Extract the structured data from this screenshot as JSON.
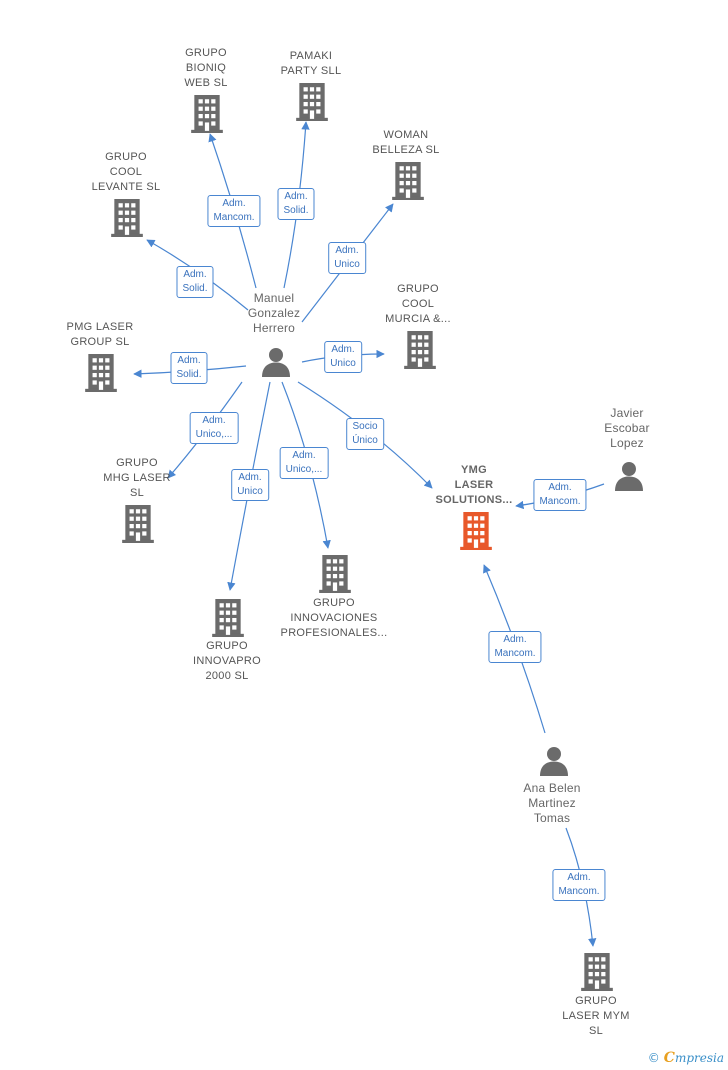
{
  "colors": {
    "edge": "#4a86d1",
    "company_icon": "#6b6b6b",
    "focus_icon": "#e8582a",
    "person_icon": "#6b6b6b"
  },
  "nodes": {
    "manuel": {
      "lines": [
        "Manuel",
        "Gonzalez",
        "Herrero"
      ],
      "kind": "person",
      "icon": "person-icon"
    },
    "javier": {
      "lines": [
        "Javier",
        "Escobar",
        "Lopez"
      ],
      "kind": "person",
      "icon": "person-icon"
    },
    "ana": {
      "lines": [
        "Ana Belen",
        "Martinez",
        "Tomas"
      ],
      "kind": "person",
      "icon": "person-icon"
    },
    "ymg": {
      "lines": [
        "YMG",
        "LASER",
        "SOLUTIONS..."
      ],
      "kind": "focus",
      "icon": "building-icon"
    },
    "bioniq": {
      "lines": [
        "GRUPO",
        "BIONIQ",
        "WEB  SL"
      ],
      "kind": "company",
      "icon": "building-icon"
    },
    "pamaki": {
      "lines": [
        "PAMAKI",
        "PARTY SLL"
      ],
      "kind": "company",
      "icon": "building-icon"
    },
    "woman": {
      "lines": [
        "WOMAN",
        "BELLEZA SL"
      ],
      "kind": "company",
      "icon": "building-icon"
    },
    "cool_levante": {
      "lines": [
        "GRUPO",
        "COOL",
        "LEVANTE SL"
      ],
      "kind": "company",
      "icon": "building-icon"
    },
    "cool_murcia": {
      "lines": [
        "GRUPO",
        "COOL",
        "MURCIA &..."
      ],
      "kind": "company",
      "icon": "building-icon"
    },
    "pmg": {
      "lines": [
        "PMG LASER",
        "GROUP  SL"
      ],
      "kind": "company",
      "icon": "building-icon"
    },
    "mhg": {
      "lines": [
        "GRUPO",
        "MHG LASER",
        "SL"
      ],
      "kind": "company",
      "icon": "building-icon"
    },
    "innovaciones": {
      "lines": [
        "GRUPO",
        "INNOVACIONES",
        "PROFESIONALES..."
      ],
      "kind": "company",
      "icon": "building-icon"
    },
    "innovapro": {
      "lines": [
        "GRUPO",
        "INNOVAPRO",
        "2000 SL"
      ],
      "kind": "company",
      "icon": "building-icon"
    },
    "laser_mym": {
      "lines": [
        "GRUPO",
        "LASER MYM",
        "SL"
      ],
      "kind": "company",
      "icon": "building-icon"
    }
  },
  "edges": [
    {
      "from": "manuel",
      "to": "bioniq",
      "label": [
        "Adm.",
        "Mancom."
      ]
    },
    {
      "from": "manuel",
      "to": "pamaki",
      "label": [
        "Adm.",
        "Solid."
      ]
    },
    {
      "from": "manuel",
      "to": "woman",
      "label": [
        "Adm.",
        "Unico"
      ]
    },
    {
      "from": "manuel",
      "to": "cool_levante",
      "label": [
        "Adm.",
        "Solid."
      ]
    },
    {
      "from": "manuel",
      "to": "cool_murcia",
      "label": [
        "Adm.",
        "Unico"
      ]
    },
    {
      "from": "manuel",
      "to": "pmg",
      "label": [
        "Adm.",
        "Solid."
      ]
    },
    {
      "from": "manuel",
      "to": "mhg",
      "label": [
        "Adm.",
        "Unico,..."
      ]
    },
    {
      "from": "manuel",
      "to": "innovapro",
      "label": [
        "Adm.",
        "Unico"
      ]
    },
    {
      "from": "manuel",
      "to": "innovaciones",
      "label": [
        "Adm.",
        "Unico,..."
      ]
    },
    {
      "from": "manuel",
      "to": "ymg",
      "label": [
        "Socio",
        "Único"
      ]
    },
    {
      "from": "javier",
      "to": "ymg",
      "label": [
        "Adm.",
        "Mancom."
      ]
    },
    {
      "from": "ana",
      "to": "ymg",
      "label": [
        "Adm.",
        "Mancom."
      ]
    },
    {
      "from": "ana",
      "to": "laser_mym",
      "label": [
        "Adm.",
        "Mancom."
      ]
    }
  ],
  "watermark": {
    "copyright": "©",
    "brand_initial": "C",
    "brand_rest": "mpresia"
  }
}
